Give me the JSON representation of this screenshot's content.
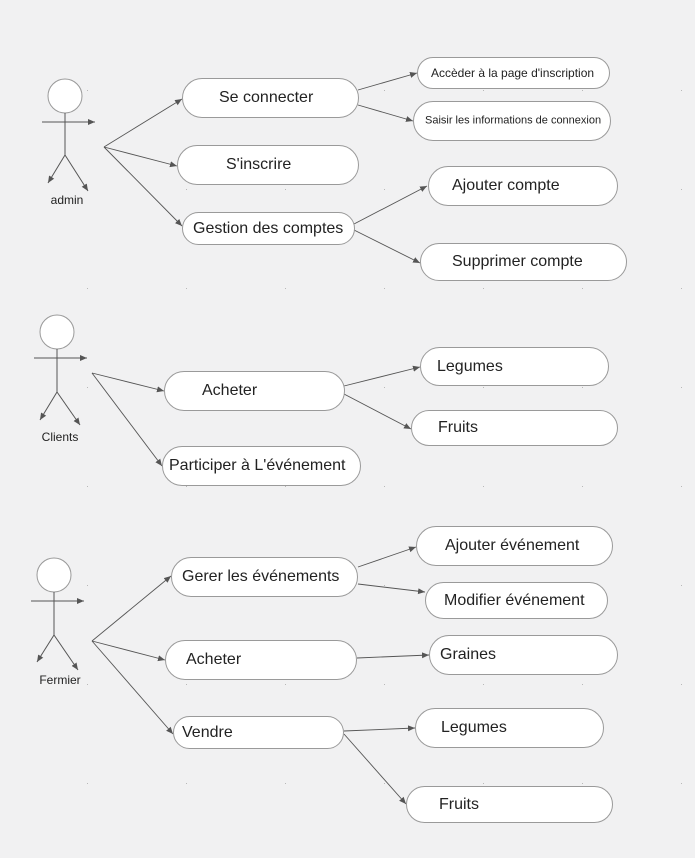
{
  "colors": {
    "background": "#f1f1f2",
    "node_fill": "#ffffff",
    "node_border": "#9a9a9a",
    "line": "#555555",
    "text": "#222222"
  },
  "actors": {
    "admin": {
      "label": "admin"
    },
    "clients": {
      "label": "Clients"
    },
    "fermier": {
      "label": "Fermier"
    }
  },
  "use_cases": {
    "se_connecter": "Se connecter",
    "s_inscrire": "S'inscrire",
    "gestion_comptes": "Gestion des comptes",
    "acceder_inscription": "Accèder à la page d'inscription",
    "saisir_infos": "Saisir les informations de connexion",
    "ajouter_compte": "Ajouter compte",
    "supprimer_compte": "Supprimer compte",
    "clients_acheter": "Acheter",
    "participer_evenement": "Participer à L'événement",
    "clients_legumes": "Legumes",
    "clients_fruits": "Fruits",
    "gerer_evenements": "Gerer les événements",
    "fermier_acheter": "Acheter",
    "vendre": "Vendre",
    "ajouter_evenement": "Ajouter événement",
    "modifier_evenement": "Modifier événement",
    "graines": "Graines",
    "fermier_legumes": "Legumes",
    "fermier_fruits": "Fruits"
  }
}
